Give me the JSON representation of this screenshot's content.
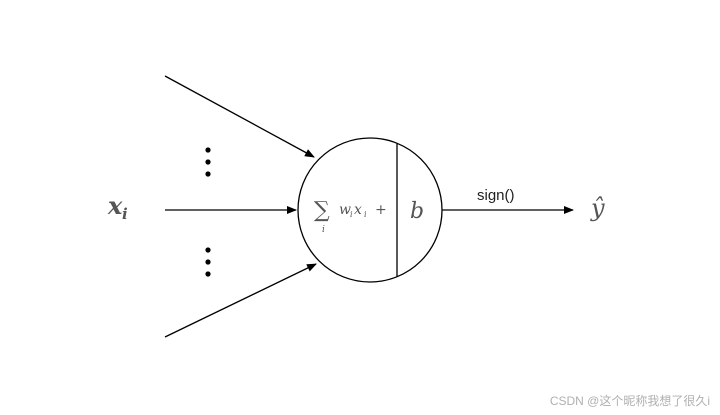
{
  "diagram": {
    "input_label": {
      "base": "x",
      "subscript": "i"
    },
    "sum_expression": {
      "sigma": "∑",
      "sigma_index": "i",
      "term_w": "w",
      "term_w_sub": "i",
      "term_x": "x",
      "term_x_sub": "i",
      "plus": "+"
    },
    "bias_label": "b",
    "activation_label": "sign()",
    "output_label": "ŷ",
    "vertical_dots": "⋮",
    "colors": {
      "stroke": "#000000",
      "math_text": "#555555",
      "plain_text": "#222222"
    }
  },
  "watermark": {
    "text": "CSDN @这个昵称我想了很久i"
  }
}
